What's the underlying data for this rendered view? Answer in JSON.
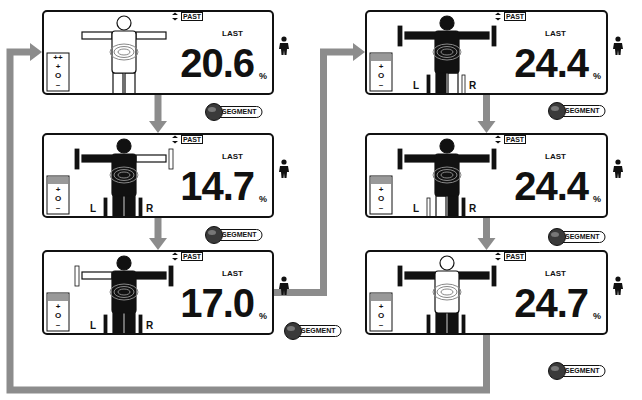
{
  "diagram": {
    "nodes": [
      {
        "text": [
          "PAST",
          "LAST",
          "20.6",
          "%",
          "++",
          "+",
          "O",
          "–"
        ]
      },
      {
        "text": [
          "SEGMENT"
        ]
      },
      {
        "text": [
          "PAST",
          "LAST",
          "14.7",
          "%",
          "+",
          "O",
          "–",
          "L",
          "R"
        ]
      },
      {
        "text": [
          "SEGMENT"
        ]
      },
      {
        "text": [
          "PAST",
          "LAST",
          "17.0",
          "%",
          "+",
          "O",
          "–",
          "L",
          "R"
        ]
      },
      {
        "text": [
          "SEGMENT"
        ]
      },
      {
        "text": [
          "PAST",
          "LAST",
          "24.4",
          "%",
          "+",
          "O",
          "–",
          "L",
          "R"
        ]
      },
      {
        "text": [
          "SEGMENT"
        ]
      },
      {
        "text": [
          "PAST",
          "LAST",
          "24.4",
          "%",
          "+",
          "O",
          "–",
          "L",
          "R"
        ]
      },
      {
        "text": [
          "SEGMENT"
        ]
      },
      {
        "text": [
          "PAST",
          "LAST",
          "24.7",
          "%",
          "+",
          "O",
          "–"
        ]
      },
      {
        "text": [
          "SEGMENT"
        ]
      }
    ],
    "edges": [
      {
        "from": 0,
        "to": 2,
        "arrow": "to"
      },
      {
        "from": 2,
        "to": 4,
        "arrow": "to"
      },
      {
        "from": 4,
        "to": 6,
        "arrow": "to"
      },
      {
        "from": 6,
        "to": 8,
        "arrow": "to"
      },
      {
        "from": 8,
        "to": 10,
        "arrow": "to"
      },
      {
        "from": 10,
        "to": 0,
        "arrow": "to"
      }
    ]
  }
}
